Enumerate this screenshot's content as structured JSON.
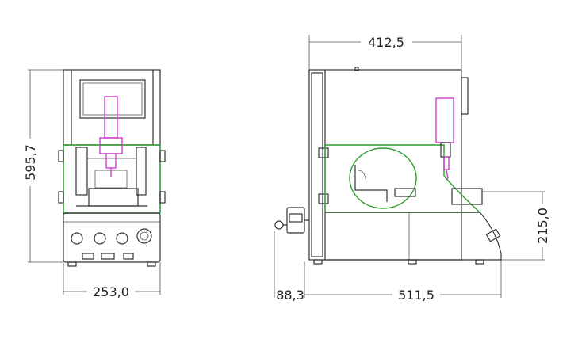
{
  "front_view": {
    "height_dimension": "595,7",
    "width_dimension": "253,0"
  },
  "side_view": {
    "top_width_dimension": "412,5",
    "base_width_dimension": "511,5",
    "offset_dimension": "88,3",
    "table_height_dimension": "215,0"
  },
  "colors": {
    "outline": "#333333",
    "work_area": "#2e9e2e",
    "dispenser": "#d23ad2"
  }
}
